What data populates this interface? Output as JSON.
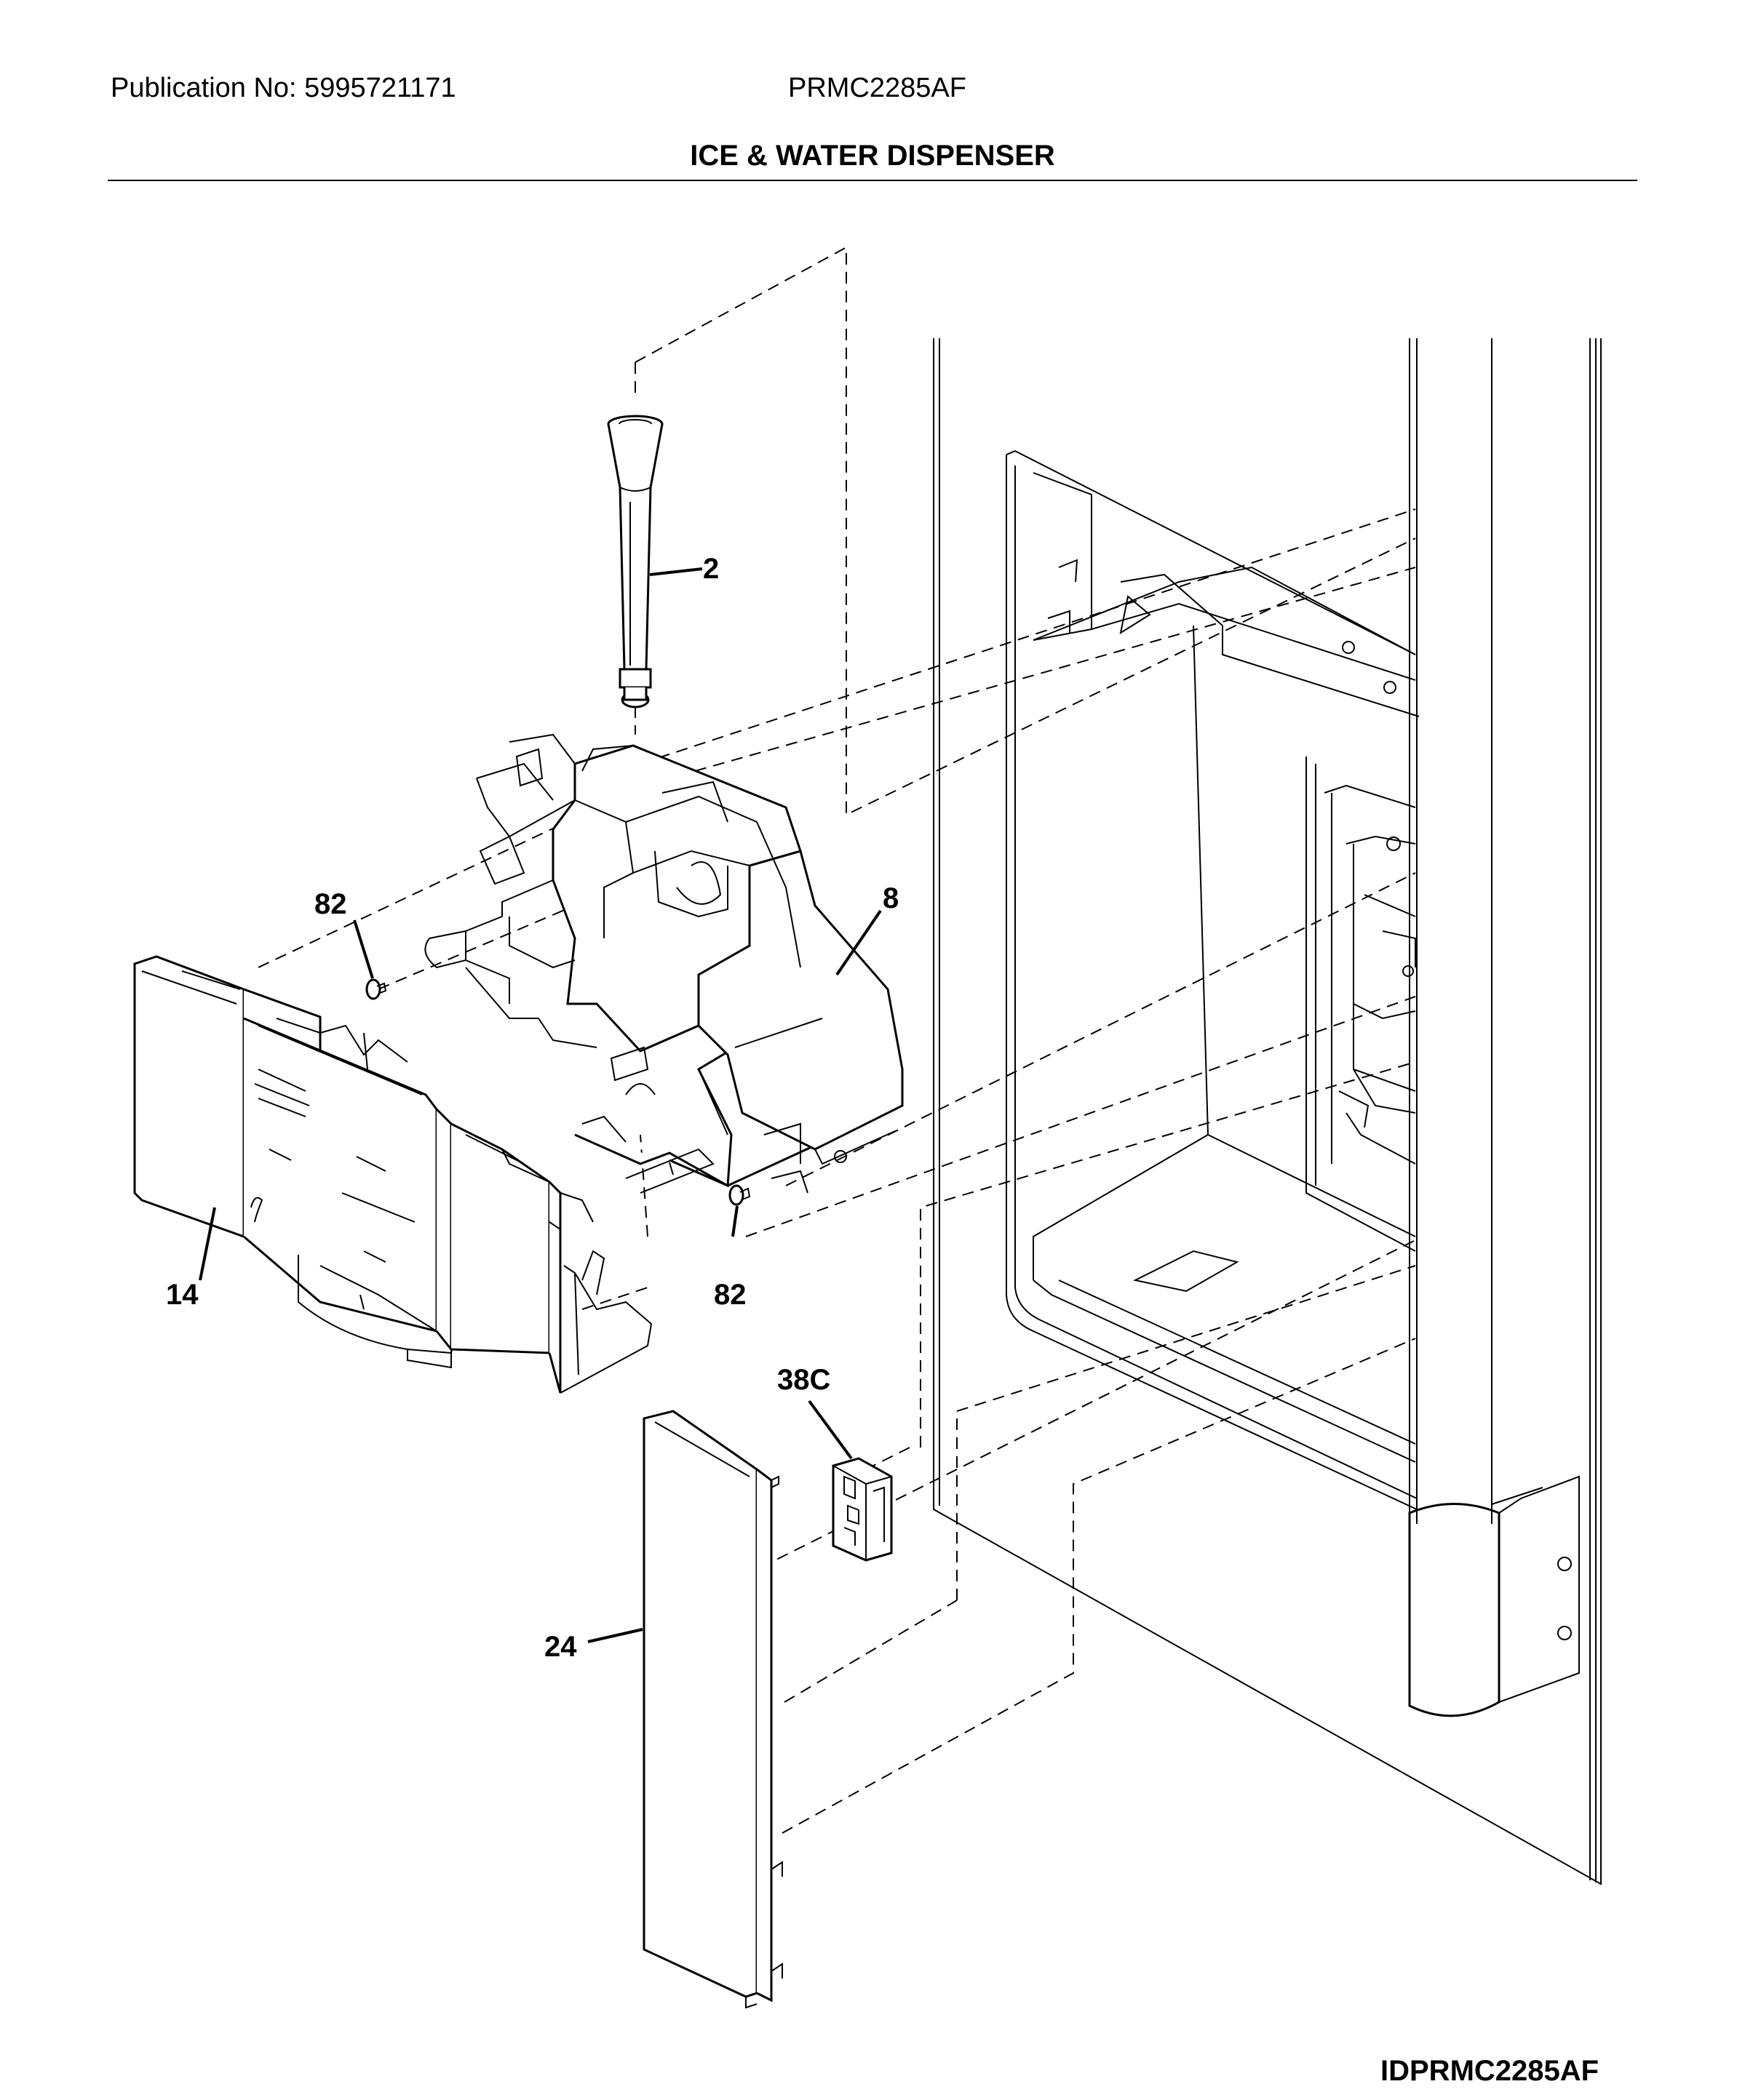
{
  "header": {
    "publication": "Publication No: 5995721171",
    "model": "PRMC2285AF",
    "title": "ICE & WATER DISPENSER"
  },
  "callouts": {
    "c2": "2",
    "c8": "8",
    "c14": "14",
    "c24": "24",
    "c38c": "38C",
    "c82a": "82",
    "c82b": "82"
  },
  "footer": {
    "doc_id": "IDPRMC2285AF"
  }
}
